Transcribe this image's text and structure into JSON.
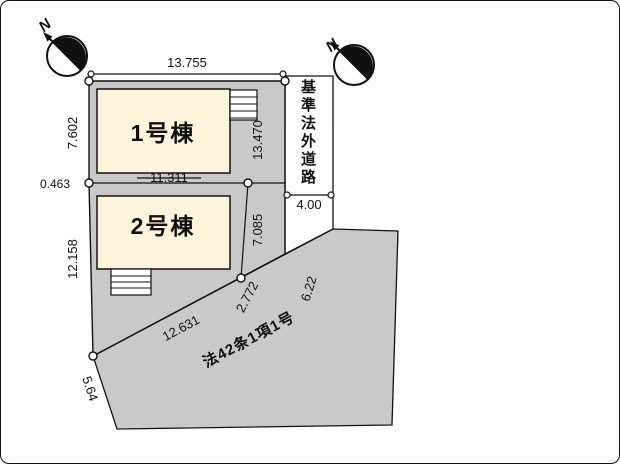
{
  "page": {
    "type": "real-estate-site-plan"
  },
  "colors": {
    "parcel": "#c9c9c9",
    "front_road": "#c9c9c9",
    "right_road": "#ffffff",
    "building": "#fcf4da",
    "line": "#111111",
    "background": "#ffffff"
  },
  "compass": {
    "label": "N"
  },
  "plot": {
    "building1_label": "1号棟",
    "building2_label": "2号棟"
  },
  "roads": {
    "right_vertical_label": "基準法外道路",
    "right_width": "4.00",
    "bottom_label": "法42条1項1号"
  },
  "dimensions": {
    "top_width": "13.755",
    "left_upper": "7.602",
    "left_jog": "0.463",
    "left_lower": "12.158",
    "building1_width": "11.311",
    "right_upper": "13.470",
    "right_lower": "7.085",
    "diagonal_short": "2.772",
    "road_right_width": "6.22",
    "road_frontage": "12.631",
    "road_left_width": "5.64"
  }
}
